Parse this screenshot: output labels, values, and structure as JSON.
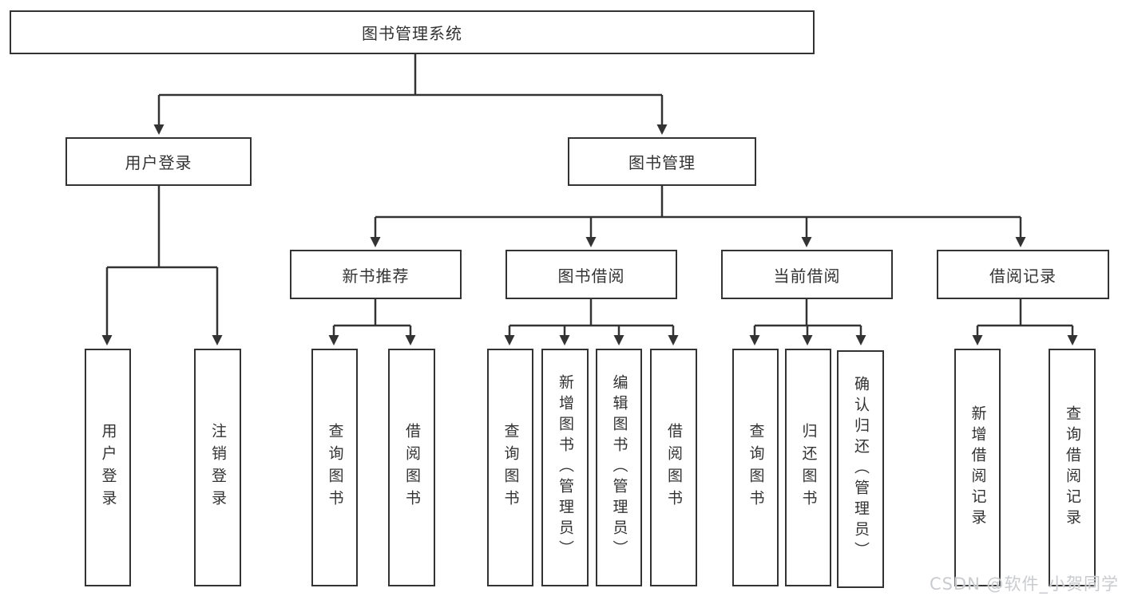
{
  "diagram": {
    "type": "hierarchy-tree",
    "colors": {
      "ink": "#333333",
      "background": "#ffffff",
      "watermark": "#c9cbce"
    },
    "nodes": {
      "root": {
        "label": "图书管理系统"
      },
      "user_login": {
        "label": "用户登录"
      },
      "book_mgmt": {
        "label": "图书管理"
      },
      "new_book_rec": {
        "label": "新书推荐"
      },
      "book_borrow": {
        "label": "图书借阅"
      },
      "current_borrow": {
        "label": "当前借阅"
      },
      "borrow_records": {
        "label": "借阅记录"
      },
      "leaf_user_login": {
        "label": "用户登录"
      },
      "leaf_logout": {
        "label": "注销登录"
      },
      "leaf_rec_query": {
        "label": "查询图书"
      },
      "leaf_rec_borrow": {
        "label": "借阅图书"
      },
      "leaf_bb_query": {
        "label": "查询图书"
      },
      "leaf_bb_add": {
        "label": "新增图书（管理员）"
      },
      "leaf_bb_edit": {
        "label": "编辑图书（管理员）"
      },
      "leaf_bb_borrow": {
        "label": "借阅图书"
      },
      "leaf_cb_query": {
        "label": "查询图书"
      },
      "leaf_cb_return": {
        "label": "归还图书"
      },
      "leaf_cb_confirm": {
        "label": "确认归还（管理员）"
      },
      "leaf_br_add": {
        "label": "新增借阅记录"
      },
      "leaf_br_query": {
        "label": "查询借阅记录"
      }
    },
    "tree": {
      "图书管理系统": {
        "用户登录": [
          "用户登录",
          "注销登录"
        ],
        "图书管理": {
          "新书推荐": [
            "查询图书",
            "借阅图书"
          ],
          "图书借阅": [
            "查询图书",
            "新增图书（管理员）",
            "编辑图书（管理员）",
            "借阅图书"
          ],
          "当前借阅": [
            "查询图书",
            "归还图书",
            "确认归还（管理员）"
          ],
          "借阅记录": [
            "新增借阅记录",
            "查询借阅记录"
          ]
        }
      }
    }
  },
  "watermark": {
    "text": "CSDN @软件_小贺同学"
  }
}
